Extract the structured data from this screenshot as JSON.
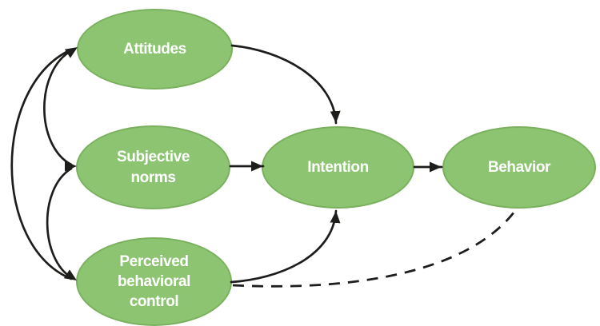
{
  "diagram": {
    "colors": {
      "node_fill": "#8cc472",
      "node_border": "#7bb15e",
      "arrow": "#1d1d1b",
      "background": "#ffffff",
      "label_text": "#ffffff"
    },
    "nodes": {
      "attitudes": {
        "label": "Attitudes"
      },
      "subjective_norms": {
        "label": "Subjective\nnorms"
      },
      "perceived_behavioral_control": {
        "label": "Perceived\nbehavioral\ncontrol"
      },
      "intention": {
        "label": "Intention"
      },
      "behavior": {
        "label": "Behavior"
      }
    },
    "edges": [
      {
        "from": "attitudes",
        "to": "subjective_norms",
        "style": "solid",
        "curved": true,
        "bidirectional": true
      },
      {
        "from": "subjective_norms",
        "to": "perceived_behavioral_control",
        "style": "solid",
        "curved": true,
        "bidirectional": true
      },
      {
        "from": "attitudes",
        "to": "perceived_behavioral_control",
        "style": "solid",
        "curved": true,
        "bidirectional": true
      },
      {
        "from": "attitudes",
        "to": "intention",
        "style": "solid",
        "curved": true
      },
      {
        "from": "subjective_norms",
        "to": "intention",
        "style": "solid",
        "curved": false
      },
      {
        "from": "perceived_behavioral_control",
        "to": "intention",
        "style": "solid",
        "curved": true
      },
      {
        "from": "intention",
        "to": "behavior",
        "style": "solid",
        "curved": false
      },
      {
        "from": "perceived_behavioral_control",
        "to": "behavior",
        "style": "dashed",
        "curved": true
      }
    ]
  }
}
